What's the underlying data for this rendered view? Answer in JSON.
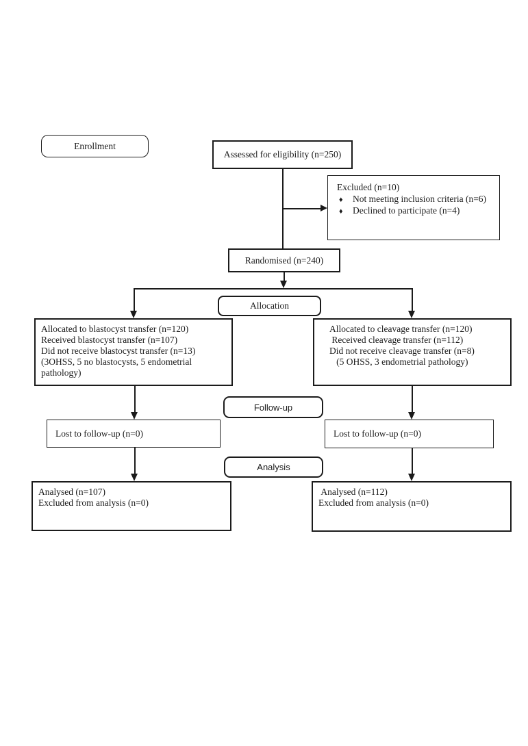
{
  "labels": {
    "enrollment": "Enrollment",
    "allocation": "Allocation",
    "followup": "Follow-up",
    "analysis": "Analysis"
  },
  "boxes": {
    "assessed": {
      "text": "Assessed for eligibility (n=250)"
    },
    "excluded": {
      "title": "Excluded (n=10)",
      "bullet": "♦",
      "items": [
        "Not meeting inclusion criteria (n=6)",
        "Declined to participate (n=4)"
      ]
    },
    "randomised": {
      "text": "Randomised (n=240)"
    },
    "allocation_left": {
      "lines": [
        "Allocated to blastocyst transfer (n=120)",
        "Received blastocyst transfer (n=107)",
        "Did not receive blastocyst transfer (n=13)",
        "(3OHSS, 5 no blastocysts, 5 endometrial pathology)"
      ]
    },
    "allocation_right": {
      "lines": [
        "Allocated to cleavage transfer (n=120)",
        " Received cleavage transfer (n=112)",
        "Did not receive cleavage transfer (n=8)",
        "   (5 OHSS, 3 endometrial pathology)"
      ]
    },
    "followup_left": {
      "text": "Lost to follow-up (n=0)"
    },
    "followup_right": {
      "text": "Lost to follow-up (n=0)"
    },
    "analysis_left": {
      "lines": [
        "Analysed (n=107)",
        "Excluded from analysis (n=0)"
      ]
    },
    "analysis_right": {
      "lines": [
        " Analysed (n=112)",
        "Excluded from analysis (n=0)"
      ]
    }
  },
  "colors": {
    "line": "#1b1b1b",
    "background": "#ffffff",
    "text": "#1b1b1b"
  }
}
